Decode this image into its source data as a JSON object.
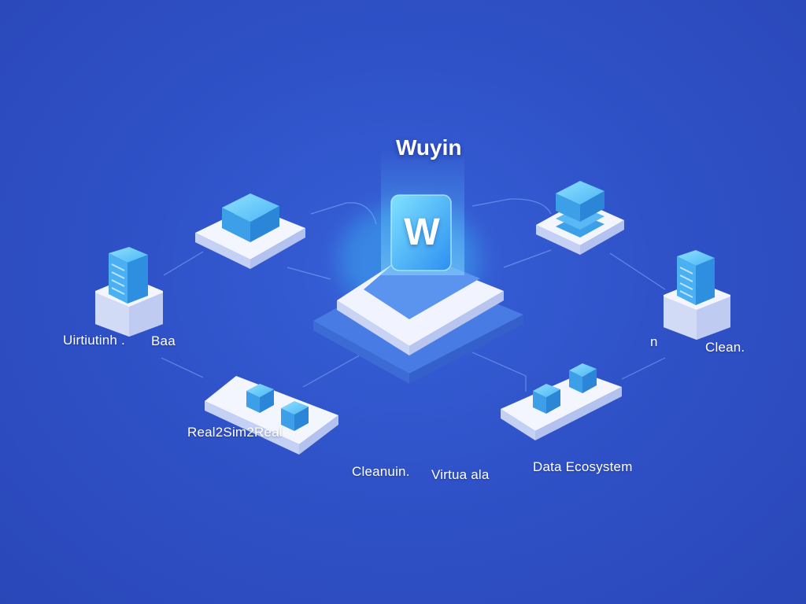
{
  "hub": {
    "title": "Wuyin",
    "logo_letter": "W"
  },
  "labels": {
    "left_node": "Uirtiutinh .",
    "left_node_side": "Baa",
    "bottom_left": "Real2Sim2Real",
    "bottom_center_left": "Cleanuin.",
    "bottom_center_right": "Virtua ala",
    "bottom_right": "Data Ecosystem",
    "right_node_side": "n ",
    "right_node": "Clean."
  },
  "colors": {
    "background": "#2f52c8",
    "platform_white": "#eef2ff",
    "cube_blue": "#4fb4f2",
    "glow_blue": "#39c9ff",
    "base_blue": "#4c84ea"
  },
  "icons": {
    "hub": "logo-w-icon",
    "top_left": "stack-cube-icon",
    "top_right": "layered-server-icon",
    "left": "server-rack-icon",
    "right": "server-rack-icon",
    "bottom_left": "twin-cube-icon",
    "bottom_right": "twin-cube-icon"
  }
}
